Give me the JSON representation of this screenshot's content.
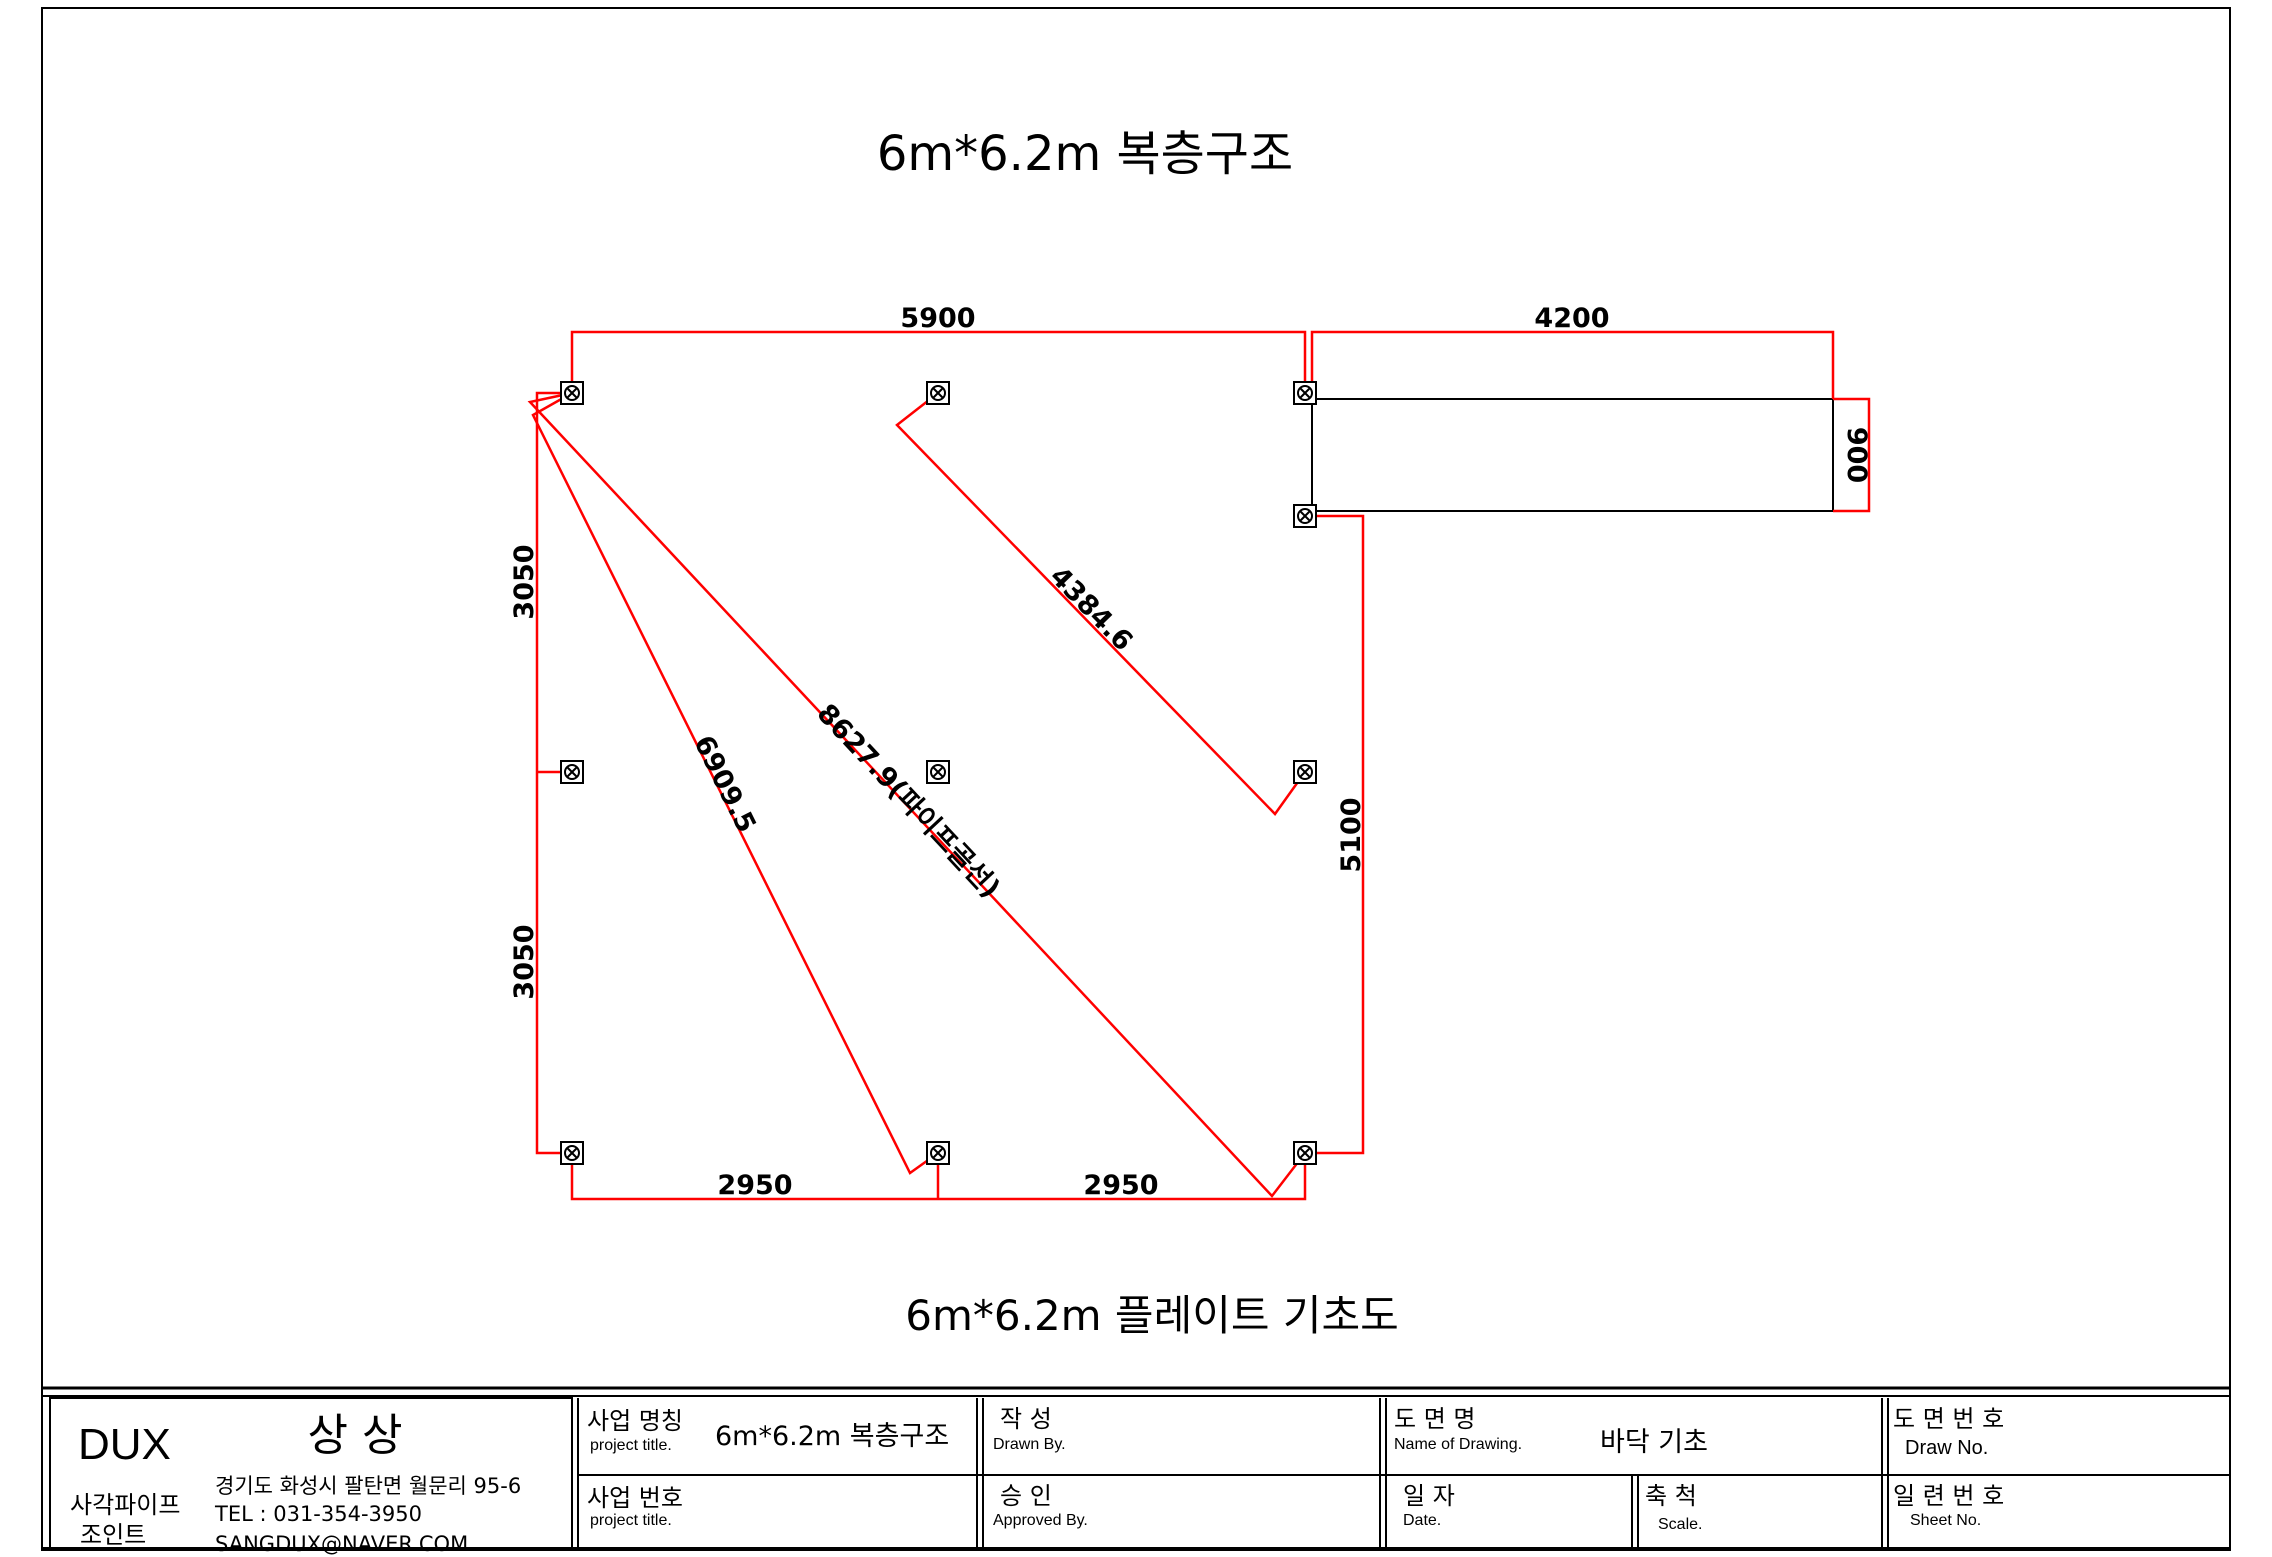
{
  "drawing": {
    "title": "6m*6.2m 복층구조",
    "subtitle": "6m*6.2m 플레이트 기초도",
    "dimensions": {
      "top_left": "5900",
      "top_right": "4200",
      "right_900": "900",
      "left_upper": "3050",
      "left_lower": "3050",
      "right_5100": "5100",
      "bottom_left": "2950",
      "bottom_right": "2950",
      "diag_4384": "4384.6",
      "diag_6909": "6909.5",
      "diag_8627": "8627.9(파이프골선)"
    },
    "colors": {
      "dimension_line": "#ff0000",
      "outline": "#000000"
    }
  },
  "title_block": {
    "company_name": "DUX",
    "company_name2": "상 상",
    "company_sub1": "사각파이프",
    "company_sub2": "조인트",
    "address": "경기도 화성시 팔탄면 월문리 95-6",
    "tel": "TEL : 031-354-3950",
    "email": "SANGDUX@NAVER.COM",
    "project_name_ko": "사업 명칭",
    "project_name_en": "project title.",
    "project_name_value": "6m*6.2m 복층구조",
    "project_no_ko": "사업 번호",
    "project_no_en": "project title.",
    "drawn_ko": "작 성",
    "drawn_en": "Drawn By.",
    "approved_ko": "승 인",
    "approved_en": "Approved By.",
    "drawing_name_ko": "도 면 명",
    "drawing_name_en": "Name of Drawing.",
    "drawing_name_value": "바닥 기초",
    "date_ko": "일 자",
    "date_en": "Date.",
    "scale_ko": "축 척",
    "scale_en": "Scale.",
    "draw_no_ko": "도 면 번 호",
    "draw_no_en": "Draw No.",
    "sheet_no_ko": "일 련 번 호",
    "sheet_no_en": "Sheet No."
  }
}
